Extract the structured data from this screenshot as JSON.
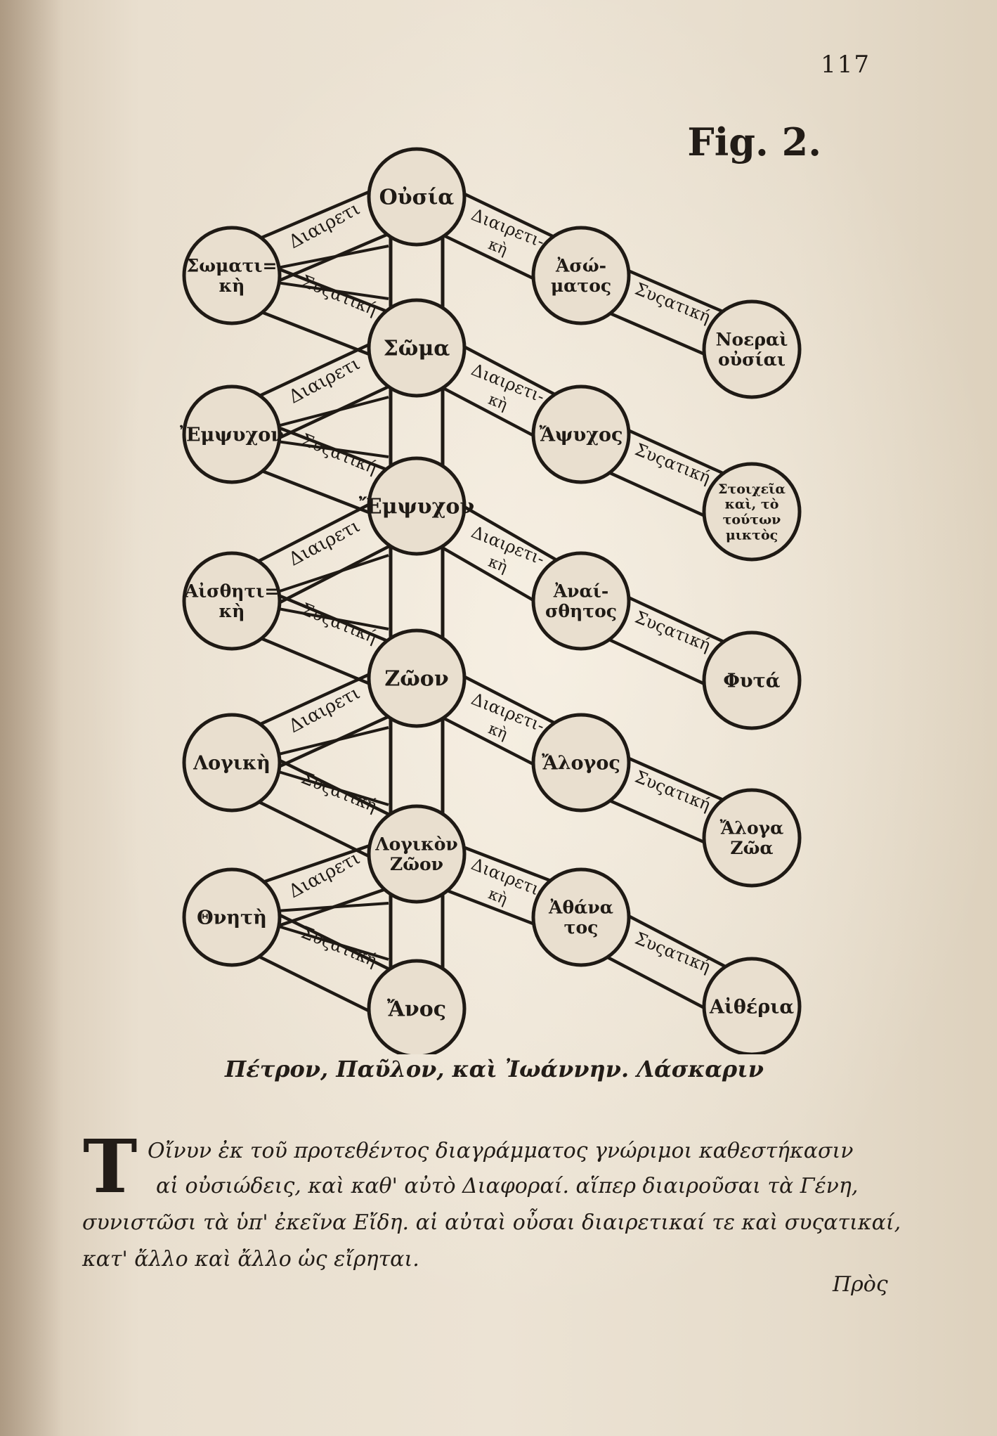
{
  "page_number": "117",
  "figure_label": "Fig. 2.",
  "diagram": {
    "spine": [
      {
        "id": "ousia",
        "lines": [
          "Οὐσία"
        ]
      },
      {
        "id": "soma",
        "lines": [
          "Σῶμα"
        ]
      },
      {
        "id": "empsychon",
        "lines": [
          "Ἔμψυχον"
        ]
      },
      {
        "id": "zoon",
        "lines": [
          "Ζῶον"
        ]
      },
      {
        "id": "logikon-zoon",
        "lines": [
          "Λογικὸν",
          "Ζῶον"
        ]
      },
      {
        "id": "anthropos",
        "lines": [
          "Ἄνος"
        ]
      }
    ],
    "left_nodes": [
      {
        "id": "somatike",
        "lines": [
          "Σωματι=",
          "κὴ"
        ]
      },
      {
        "id": "empsychon-left",
        "lines": [
          "Ἔμψυχον"
        ]
      },
      {
        "id": "aisthetike",
        "lines": [
          "Αἰσθητι=",
          "κὴ"
        ]
      },
      {
        "id": "logike",
        "lines": [
          "Λογικὴ"
        ]
      },
      {
        "id": "thnete",
        "lines": [
          "Θνητὴ"
        ]
      }
    ],
    "right_nodes": [
      {
        "id": "asomatos",
        "lines": [
          "Ἀσώ-",
          "ματος"
        ]
      },
      {
        "id": "apsychos",
        "lines": [
          "Ἄψυχος"
        ]
      },
      {
        "id": "anaisthetos",
        "lines": [
          "Ἀναί-",
          "σθητος"
        ]
      },
      {
        "id": "alogos",
        "lines": [
          "Ἄλογος"
        ]
      },
      {
        "id": "athanatos",
        "lines": [
          "Ἀθάνα",
          "τος"
        ]
      }
    ],
    "far_nodes": [
      {
        "id": "noerai-ousiai",
        "lines": [
          "Νοεραὶ",
          "οὐσίαι"
        ]
      },
      {
        "id": "stoicheia",
        "lines": [
          "Στοιχεῖα",
          "καὶ, τὸ",
          "τούτων",
          "μικτὸς"
        ]
      },
      {
        "id": "phyta",
        "lines": [
          "Φυτά"
        ]
      },
      {
        "id": "aloga-zoa",
        "lines": [
          "Ἄλογα",
          "Ζῶα"
        ]
      },
      {
        "id": "aitheria",
        "lines": [
          "Αἰθέρια"
        ]
      }
    ],
    "band_labels": {
      "left_upper": "Διαιρετι",
      "left_lower": "Συςατική",
      "right_upper": [
        "Διαιρετι-",
        "κὴ"
      ],
      "right_lower": "Συςατική"
    }
  },
  "caption": "Πέτρον, Παῦλον, καὶ Ἰωάννην. Λάσκαριν",
  "body_text": {
    "drop_cap": "T",
    "line1": "Οἴνυν ἐκ τοῦ προτεθέντος διαγράμματος γνώριμοι καθεστήκασιν",
    "line2": "αἱ οὐσιώδεις, καὶ καθ' αὐτὸ Διαφοραί. αἵπερ διαιροῦσαι τὰ Γένη,",
    "line3": "συνιστῶσι τὰ ὑπ' ἐκεῖνα Εἴδη. αἱ αὐταὶ οὖσαι διαιρετικαί τε καὶ συςατικαί,",
    "line4": "κατ' ἄλλο καὶ ἄλλο ὡς εἴρηται."
  },
  "catchword": "Πρὸς"
}
